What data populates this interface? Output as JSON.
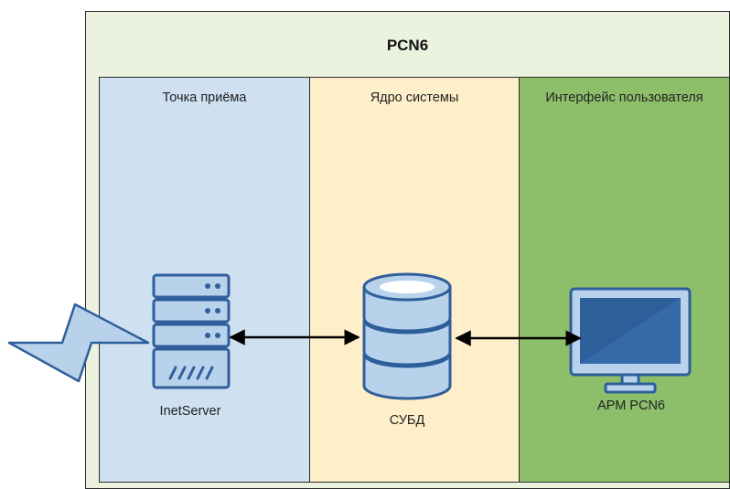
{
  "diagram": {
    "title": "PCN6",
    "lanes": [
      {
        "title": "Точка приёма"
      },
      {
        "title": "Ядро системы"
      },
      {
        "title": "Интерфейс пользователя"
      }
    ],
    "nodes": {
      "server": "InetServer",
      "database": "СУБД",
      "workstation": "АРМ PCN6"
    }
  },
  "colors": {
    "outer_bg": "#ebf3df",
    "lane1_bg": "#cfe0f1",
    "lane2_bg": "#fdefca",
    "lane3_bg": "#8dbf6a",
    "icon_fill": "#b9d2ec",
    "icon_stroke": "#2f5f9b"
  },
  "icons": [
    "lightning-icon",
    "server-icon",
    "database-icon",
    "monitor-icon"
  ]
}
